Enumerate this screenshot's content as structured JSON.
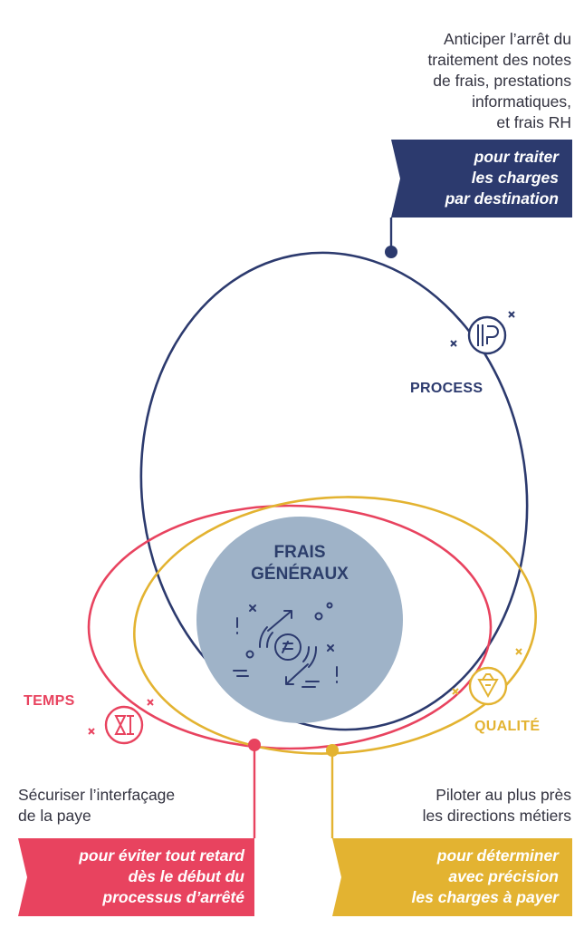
{
  "colors": {
    "navy": "#2c3a6e",
    "red": "#e8435f",
    "yellow": "#e3b331",
    "center_fill": "#9fb3c8",
    "white": "#ffffff"
  },
  "process": {
    "description_lines": [
      "Anticiper l’arrêt du",
      "traitement des notes",
      "de frais, prestations",
      "informatiques,",
      "et frais RH"
    ],
    "flag_lines": [
      "pour traiter",
      "les charges",
      "par destination"
    ],
    "label": "PROCESS",
    "icon": "process-gear-icon"
  },
  "temps": {
    "description_lines": [
      "Sécuriser l’interfaçage",
      "de la paye"
    ],
    "flag_lines": [
      "pour éviter tout retard",
      "dès le début du",
      "processus d’arrêté"
    ],
    "label": "TEMPS",
    "icon": "hourglass-icon"
  },
  "qualite": {
    "description_lines": [
      "Piloter au plus près",
      "les directions métiers"
    ],
    "flag_lines": [
      "pour déterminer",
      "avec précision",
      "les charges à payer"
    ],
    "label": "QUALITÉ",
    "icon": "diamond-icon"
  },
  "center": {
    "title_lines": [
      "FRAIS",
      "GÉNÉRAUX"
    ],
    "icon": "euro-exchange-icon"
  }
}
